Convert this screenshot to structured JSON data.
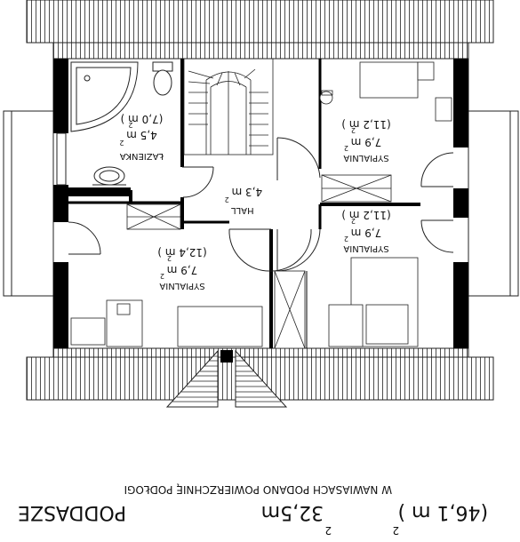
{
  "rooms": {
    "bathroom": {
      "name": "ŁAZIENKA",
      "area": "4,5 m",
      "area_sup": "2",
      "floor_area": "(7,0 m )",
      "floor_area_sup": "2"
    },
    "hall": {
      "name": "HALL",
      "area": "4,3 m",
      "area_sup": "2"
    },
    "bedroom_top_right": {
      "name": "SYPIALNIA",
      "area": "7,9 m",
      "area_sup": "2",
      "floor_area": "(11,2 m )",
      "floor_area_sup": "2"
    },
    "bedroom_mid_right": {
      "name": "SYPIALNIA",
      "area": "7,9 m",
      "area_sup": "2",
      "floor_area": "(11,2 m )",
      "floor_area_sup": "2"
    },
    "bedroom_left": {
      "name": "SYPIALNIA",
      "area": "7,9 m",
      "area_sup": "2",
      "floor_area": "(12,4 m )",
      "floor_area_sup": "2"
    }
  },
  "footer": {
    "title": "PODDASZE",
    "total_area": "32,5m",
    "total_area_sup": "2",
    "total_floor_area": "(46,1 m )",
    "total_floor_area_sup": "2",
    "note": "W NAWIASACH PODANO POWIERZCHNIĘ PODŁOGI"
  },
  "colors": {
    "ink": "#111111",
    "wall": "#000000",
    "paper": "#ffffff"
  }
}
